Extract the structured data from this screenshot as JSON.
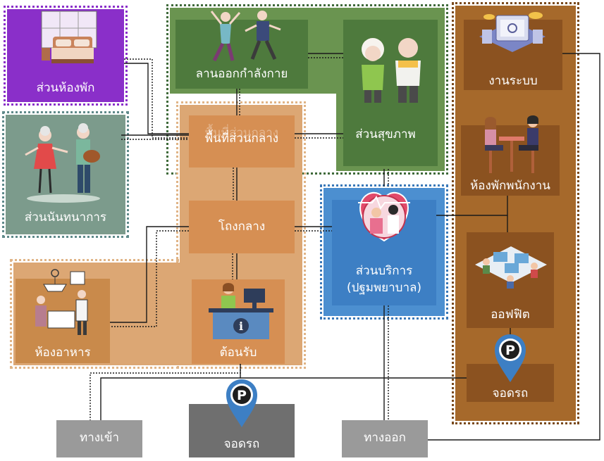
{
  "zones": {
    "bedroom": "ส่วนห้องพัก",
    "recreation": "ส่วนนันทนาการ",
    "exercise": "ลานออกกำลังกาย",
    "health": "ส่วนสุขภาพ",
    "central_area": "พื้นที่ส่วนกลาง",
    "central_area_ghost": "พื้นที่ส่วนกลาง",
    "hall": "โถงกลาง",
    "dining": "ห้องอาหาร",
    "reception": "ต้อนรับ",
    "service_line1": "ส่วนบริการ",
    "service_line2": "(ปฐมพยาบาล)",
    "system": "งานระบบ",
    "staff_lounge": "ห้องพักพนักงาน",
    "office": "ออฟฟิต",
    "staff_parking": "จอดรถ",
    "entrance": "ทางเข้า",
    "parking": "จอดรถ",
    "exit": "ทางออก"
  },
  "parking_symbol": "P",
  "info_symbol": "i",
  "colors": {
    "purple": "#8a2fc9",
    "sage": "#7c9b8c",
    "green": "#5f8a4c",
    "orange": "#d9a06e",
    "brown": "#a6692b",
    "blue": "#4c8fd0",
    "gray": "#9a9a9a",
    "dark_gray": "#6f6f6f",
    "pin_blue": "#3d7fc4"
  }
}
